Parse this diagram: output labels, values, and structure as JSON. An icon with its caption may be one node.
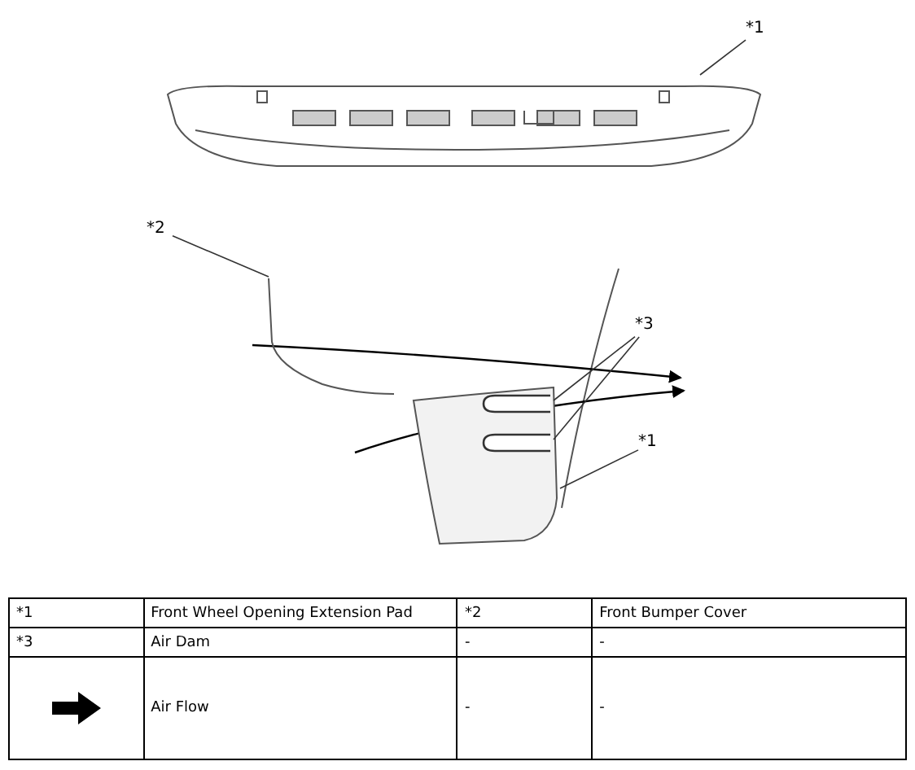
{
  "diagram": {
    "nodes": [
      {
        "text": [
          "*1"
        ]
      },
      {
        "text": [],
        "shape": "picture"
      },
      {
        "text": [
          "*2"
        ]
      },
      {
        "text": [],
        "shape": "picture"
      },
      {
        "text": [
          "*3"
        ]
      },
      {
        "text": [],
        "shape": "box",
        "in": 8
      },
      {
        "text": [],
        "shape": "box",
        "in": 8
      },
      {
        "text": [
          "*1"
        ]
      },
      {
        "text": [],
        "shape": "picture"
      }
    ],
    "edges": [
      {
        "from": 0,
        "to": 1,
        "arrow": "none"
      },
      {
        "from": 2,
        "to": 3,
        "arrow": "none"
      },
      {
        "from": 4,
        "to": 5,
        "arrow": "none"
      },
      {
        "from": 4,
        "to": 6,
        "arrow": "none"
      },
      {
        "from": 7,
        "to": 8,
        "arrow": "none"
      }
    ],
    "labels": [
      "*1",
      "Front Wheel Opening Extension Pad",
      "*2",
      "Front Bumper Cover",
      "*3",
      "Air Dam",
      "-",
      "-",
      "Air Flow",
      "-",
      "-"
    ]
  }
}
